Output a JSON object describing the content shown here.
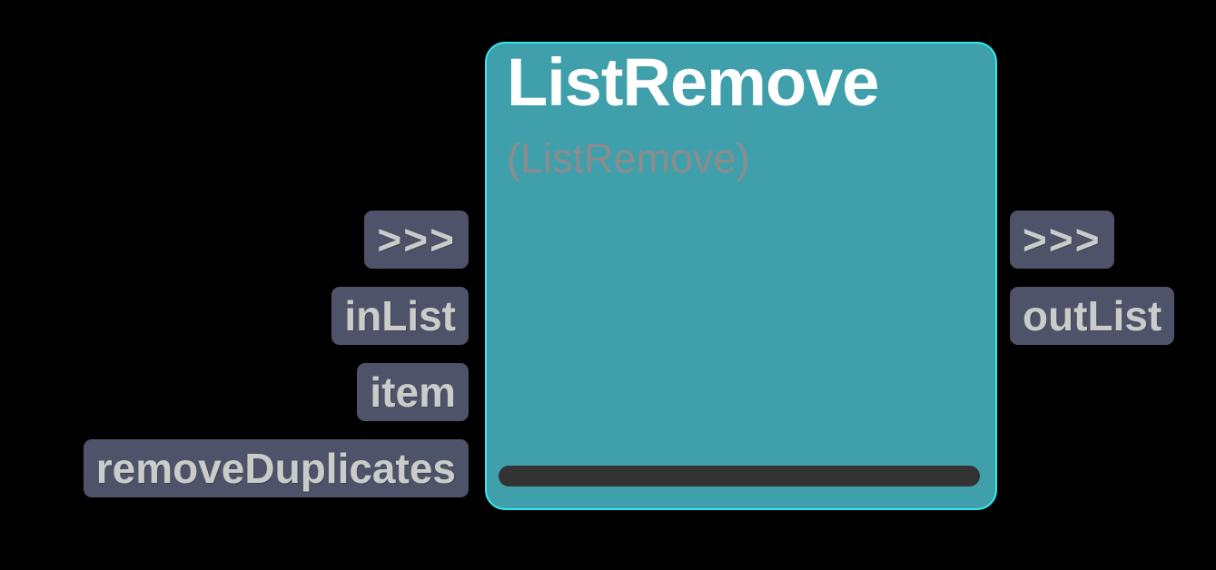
{
  "node": {
    "title": "ListRemove",
    "subtitle": "(ListRemove)",
    "accent_border_color": "#35E8F0",
    "body_color": "#3FA0AC",
    "title_color": "#FFFFFF",
    "subtitle_color": "#8C8C8C",
    "footer_bar_color": "#333333"
  },
  "ports": {
    "chip_color": "#4F5369",
    "chip_text_color": "#C9CCC9",
    "inputs": [
      {
        "label": ">>>",
        "name": "exec-in"
      },
      {
        "label": "inList",
        "name": "in-list"
      },
      {
        "label": "item",
        "name": "item"
      },
      {
        "label": "removeDuplicates",
        "name": "remove-duplicates"
      }
    ],
    "outputs": [
      {
        "label": ">>>",
        "name": "exec-out"
      },
      {
        "label": "outList",
        "name": "out-list"
      }
    ]
  }
}
